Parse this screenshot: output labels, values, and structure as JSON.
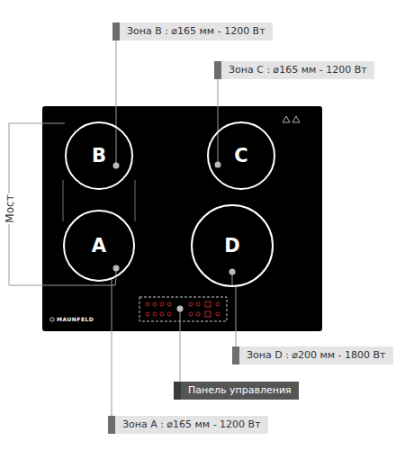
{
  "diagram": {
    "nodes": [
      {
        "text": [
          "Зона B : ⌀165 мм - 1200 Вт"
        ]
      },
      {
        "text": [
          "Зона C : ⌀165 мм - 1200 Вт"
        ]
      },
      {
        "text": [
          "MAUNFELD"
        ]
      },
      {
        "text": [
          "B"
        ],
        "in": 2
      },
      {
        "text": [
          "C"
        ],
        "in": 2
      },
      {
        "text": [
          "A"
        ],
        "in": 2
      },
      {
        "text": [
          "D"
        ],
        "in": 2
      },
      {
        "text": [
          "Зона D : ⌀200 мм - 1800 Вт"
        ]
      },
      {
        "text": [
          "Панель управления"
        ]
      },
      {
        "text": [
          "Зона A : ⌀165 мм - 1200 Вт"
        ]
      }
    ],
    "edges": [
      {
        "from": 0,
        "to": 3,
        "arrow": "none"
      },
      {
        "from": 1,
        "to": 4,
        "arrow": "none"
      },
      {
        "from": 7,
        "to": 6,
        "arrow": "none"
      },
      {
        "from": 9,
        "to": 5,
        "arrow": "none"
      }
    ],
    "labels": [
      "Мост"
    ]
  }
}
